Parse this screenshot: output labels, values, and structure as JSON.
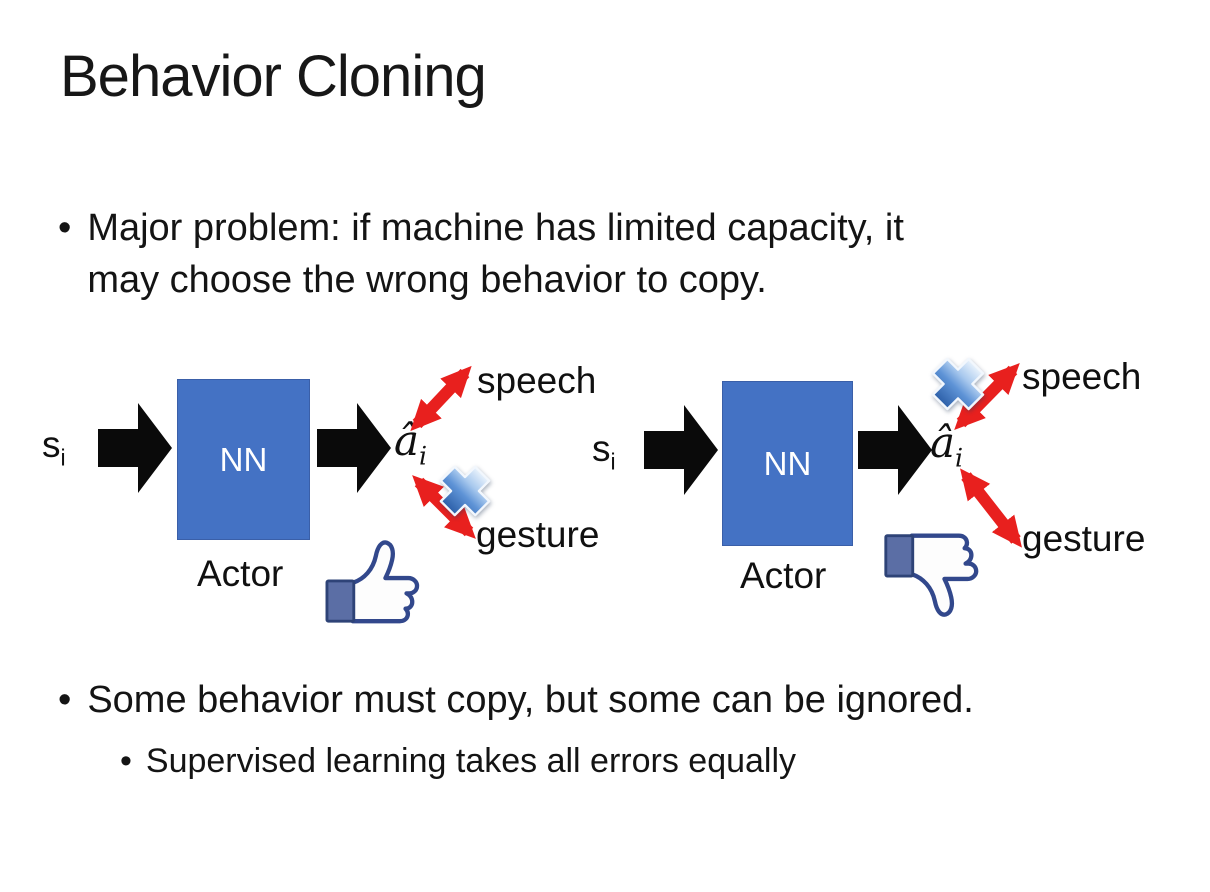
{
  "slide": {
    "title": "Behavior Cloning",
    "bullet_char": "•",
    "bullet1": "Major problem: if machine has limited capacity, it may choose the wrong behavior to copy.",
    "bullet2": "Some behavior must copy, but some can be ignored.",
    "sub_bullet": "Supervised learning takes all errors equally"
  },
  "diagram_left": {
    "input": "s",
    "input_sub": "i",
    "box": "NN",
    "caption": "Actor",
    "output": "â",
    "output_sub": "i",
    "branch_top": "speech",
    "branch_bottom": "gesture",
    "crossed_branch": "gesture",
    "feedback_icon": "thumbs-up"
  },
  "diagram_right": {
    "input": "s",
    "input_sub": "i",
    "box": "NN",
    "caption": "Actor",
    "output": "â",
    "output_sub": "i",
    "branch_top": "speech",
    "branch_bottom": "gesture",
    "crossed_branch": "speech",
    "feedback_icon": "thumbs-down"
  },
  "colors": {
    "nn_box": "#4472C4",
    "nn_text": "#FFFFFF",
    "flow_arrow": "#0A0A0A",
    "branch_arrow": "#E8201E",
    "cross_blue": "#4A7CC7",
    "thumb_outline": "#32488C",
    "thumb_cuff": "#5B6EA5",
    "text": "#161616"
  }
}
